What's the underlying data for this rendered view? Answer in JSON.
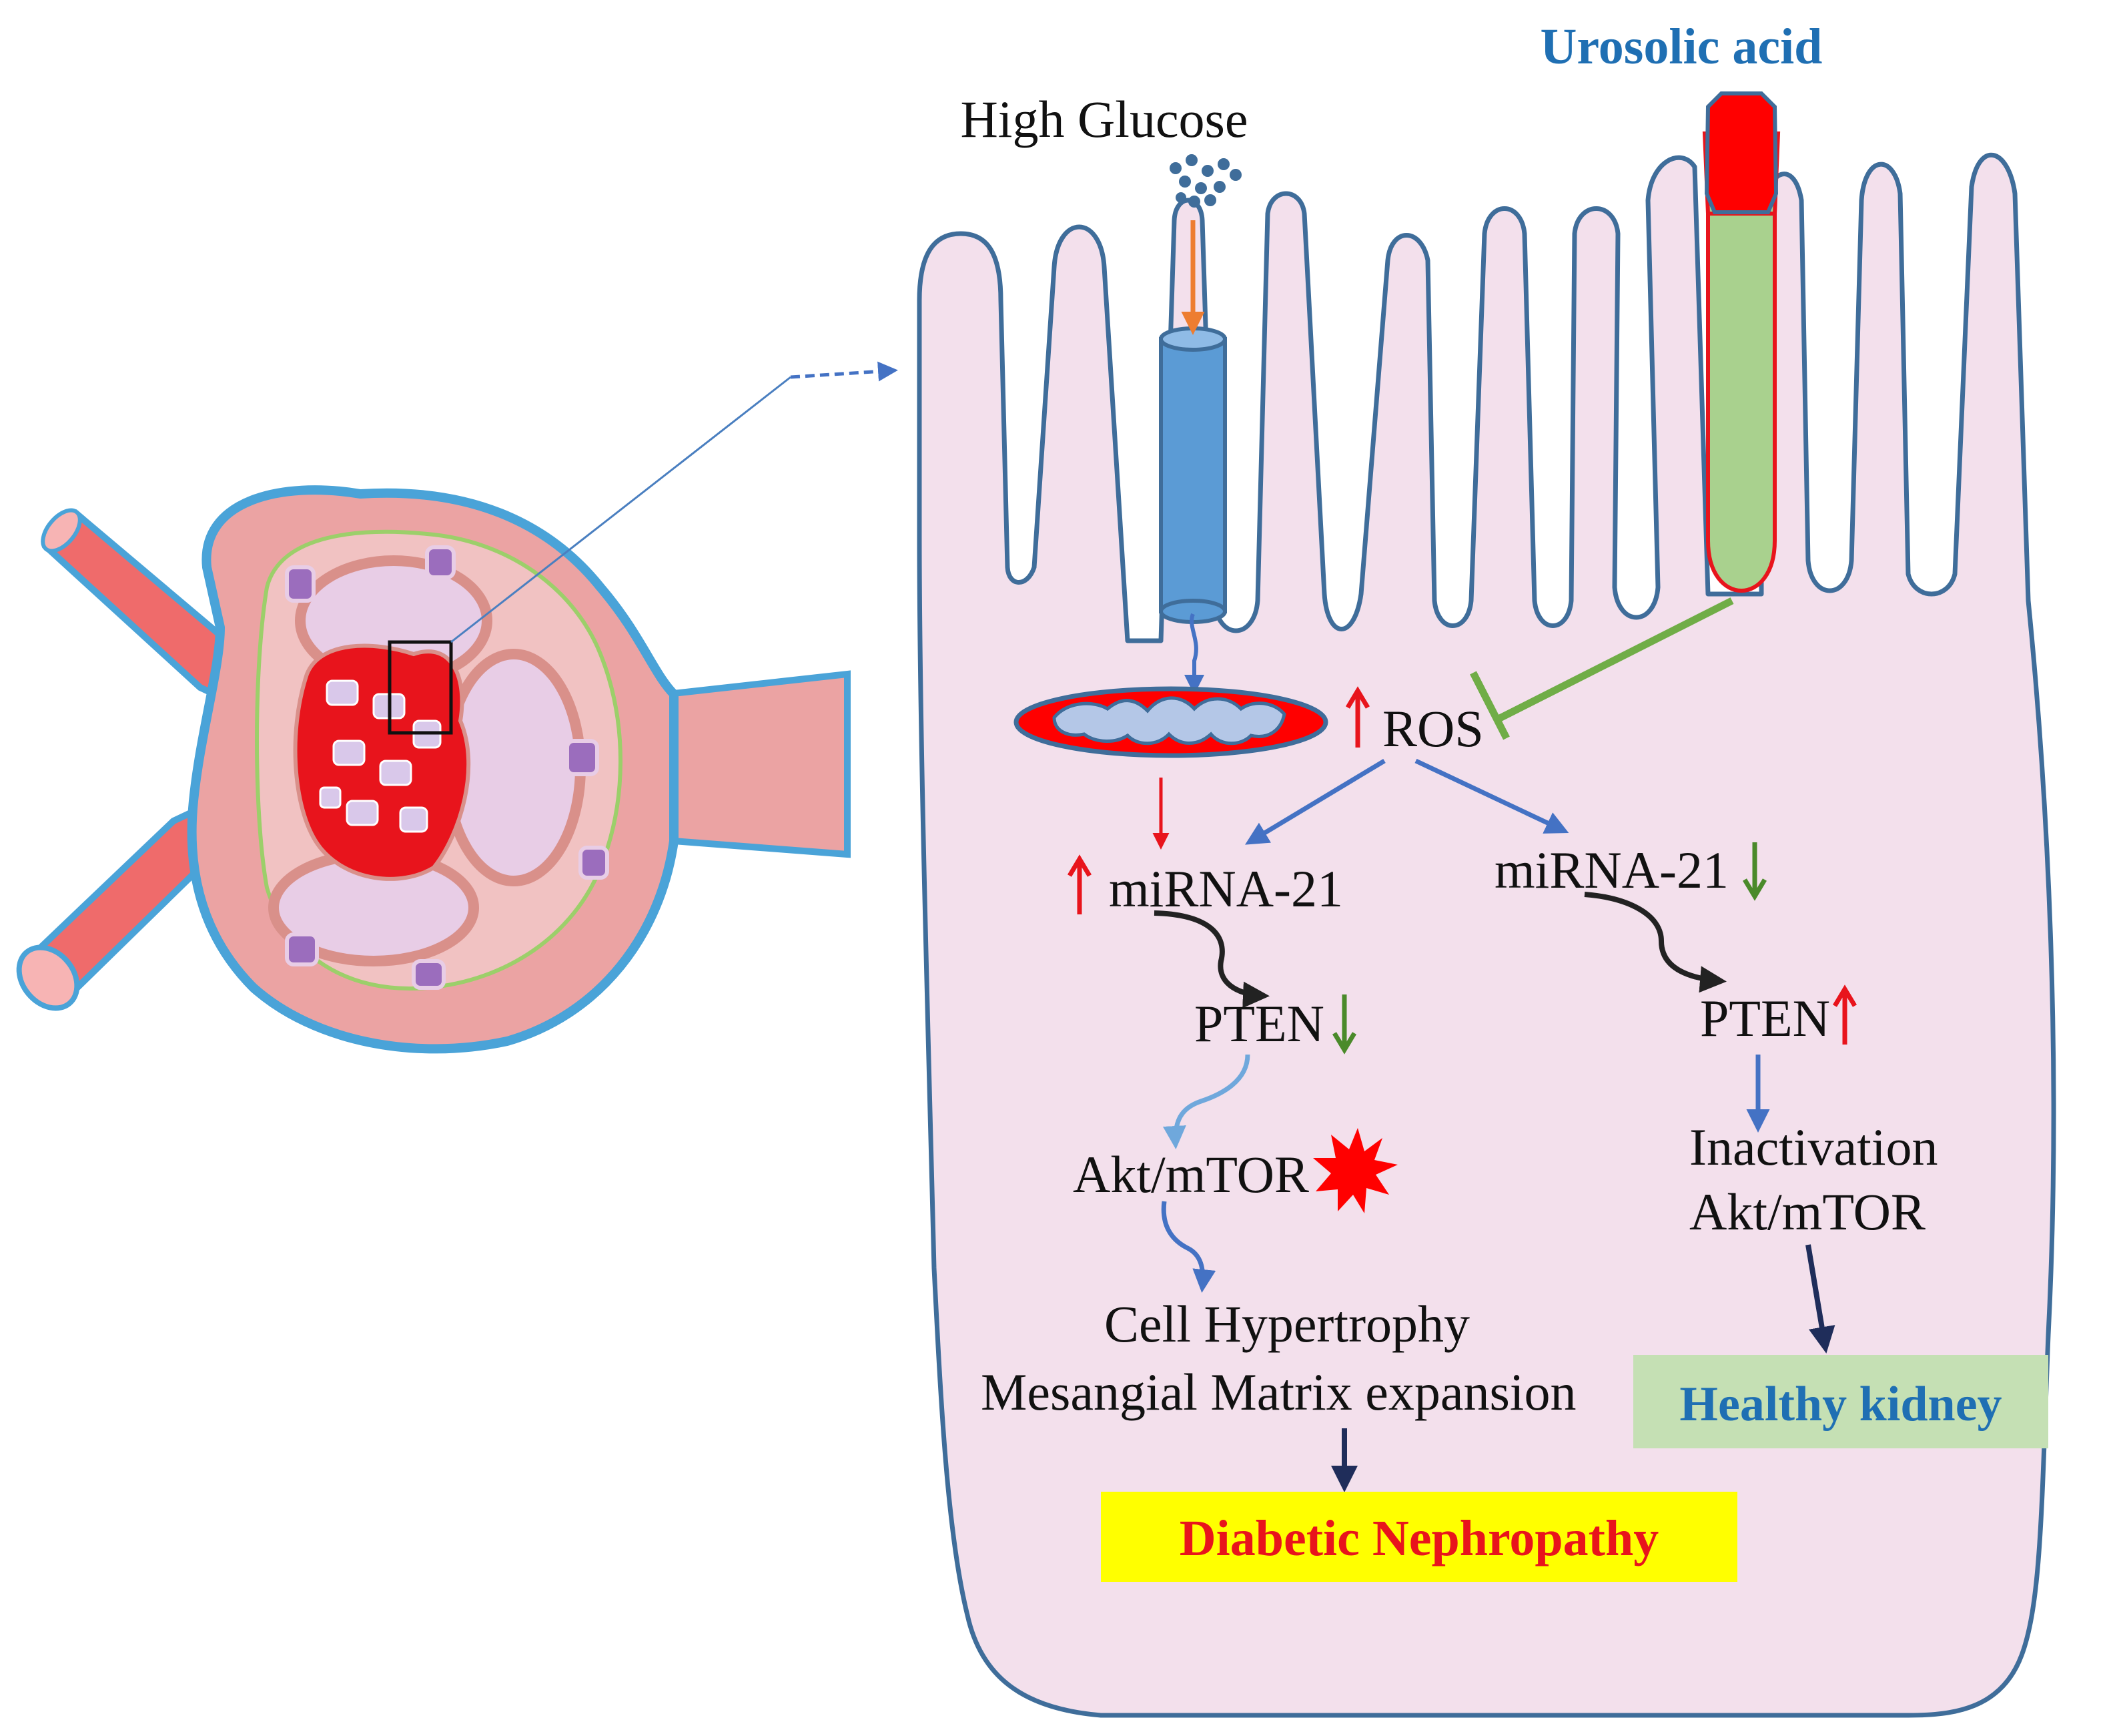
{
  "labels": {
    "ursolic_acid": "Urosolic acid",
    "high_glucose": "High Glucose",
    "ros": "ROS",
    "mirna_up": "miRNA-21",
    "mirna_down": "miRNA-21",
    "pten_left": "PTEN",
    "pten_right": "PTEN",
    "akt_mtor_left": "Akt/mTOR",
    "inactivation_line1": "Inactivation",
    "inactivation_line2": "Akt/mTOR",
    "outcome_line1": "Cell Hypertrophy",
    "outcome_line2": "Mesangial Matrix expansion",
    "diabetic_nephropathy": "Diabetic Nephropathy",
    "healthy_kidney": "Healthy kidney"
  },
  "colors": {
    "cell_fill": "#f3e0ec",
    "cell_stroke": "#3f6d9a",
    "up_arrow": "#e8141c",
    "down_arrow": "#4a8a2a",
    "ros_arrow": "#4472c4",
    "inhibitor": "#70ad47",
    "dn_box": "#ffff00",
    "dn_text": "#e8141c",
    "healthy_box": "#c5e0b4",
    "healthy_text": "#1f6fb3",
    "channel": "#5b9bd5",
    "ursolic_body": "#a9d18e",
    "ursolic_cap": "#ff0000"
  }
}
